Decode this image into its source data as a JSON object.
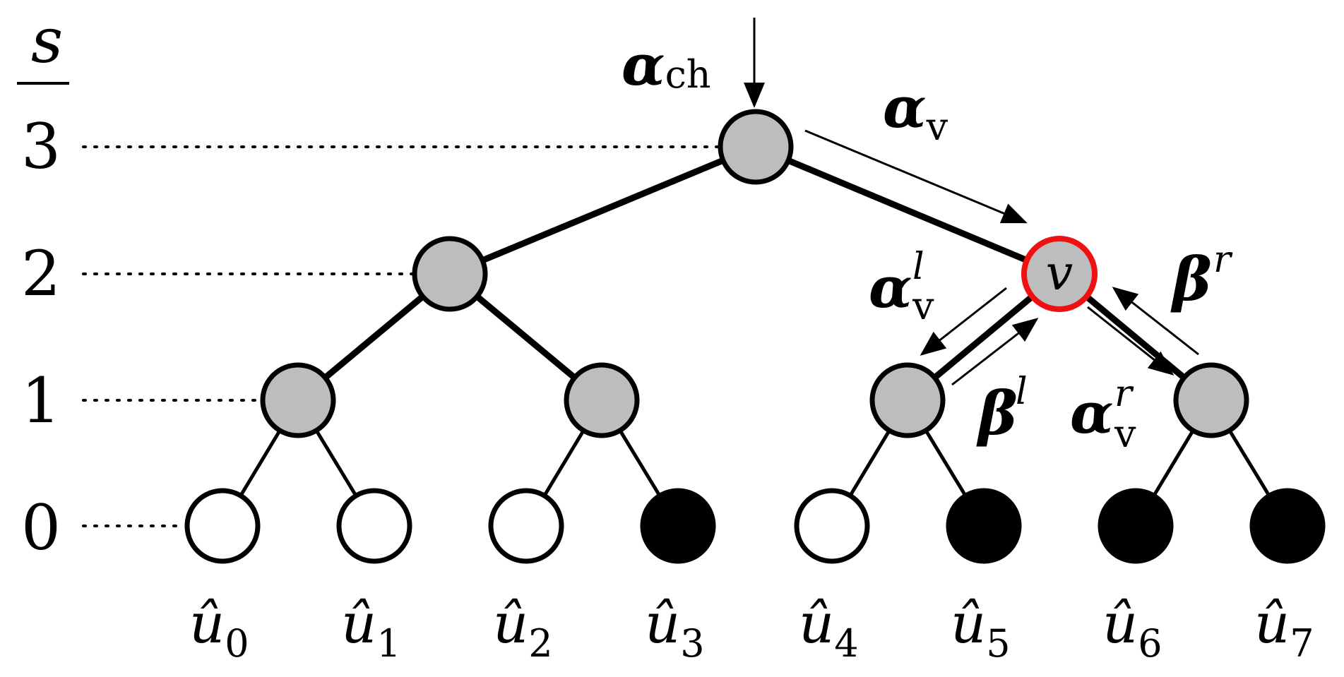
{
  "axis": {
    "title": "s",
    "levels": [
      "3",
      "2",
      "1",
      "0"
    ]
  },
  "labels": {
    "alpha_ch": {
      "base": "α",
      "sub": "ch"
    },
    "alpha_v": {
      "base": "α",
      "sub": "v"
    },
    "alpha_v_l": {
      "base": "α",
      "sub": "v",
      "sup": "l"
    },
    "alpha_v_r": {
      "base": "α",
      "sub": "v",
      "sup": "r"
    },
    "beta_l": {
      "base": "β",
      "sup": "l"
    },
    "beta_r": {
      "base": "β",
      "sup": "r"
    },
    "node_v": "v"
  },
  "leaves": [
    {
      "base": "û",
      "sub": "0"
    },
    {
      "base": "û",
      "sub": "1"
    },
    {
      "base": "û",
      "sub": "2"
    },
    {
      "base": "û",
      "sub": "3"
    },
    {
      "base": "û",
      "sub": "4"
    },
    {
      "base": "û",
      "sub": "5"
    },
    {
      "base": "û",
      "sub": "6"
    },
    {
      "base": "û",
      "sub": "7"
    }
  ],
  "colors": {
    "internal_node_fill": "#bdbdbd",
    "highlight_stroke": "#ee1111",
    "frozen_leaf_fill": "#000000",
    "info_leaf_fill": "#ffffff"
  },
  "leaf_states": [
    "white",
    "white",
    "white",
    "black",
    "white",
    "black",
    "black",
    "black"
  ]
}
